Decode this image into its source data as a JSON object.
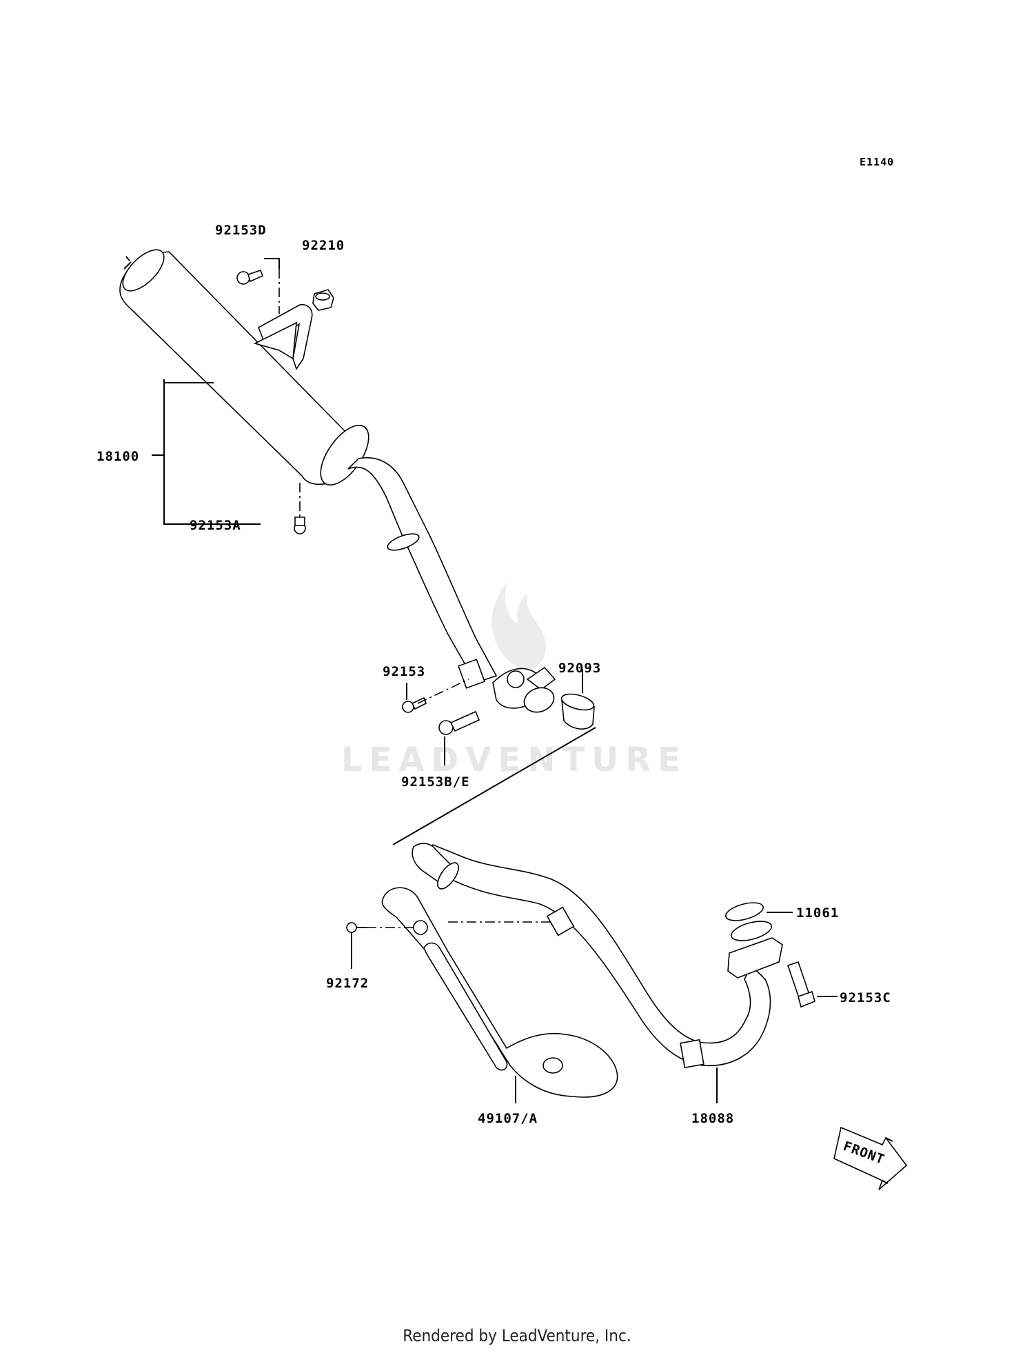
{
  "diagram_code": "E1140",
  "parts": {
    "p92153D": "92153D",
    "p92210": "92210",
    "p18100": "18100",
    "p92153A": "92153A",
    "p92153": "92153",
    "p92093": "92093",
    "p92153BE": "92153B/E",
    "p11061": "11061",
    "p92172": "92172",
    "p92153C": "92153C",
    "p49107A": "49107/A",
    "p18088": "18088"
  },
  "front_arrow": "FRONT",
  "watermark": "LEADVENTURE",
  "footer": "Rendered by LeadVenture, Inc."
}
